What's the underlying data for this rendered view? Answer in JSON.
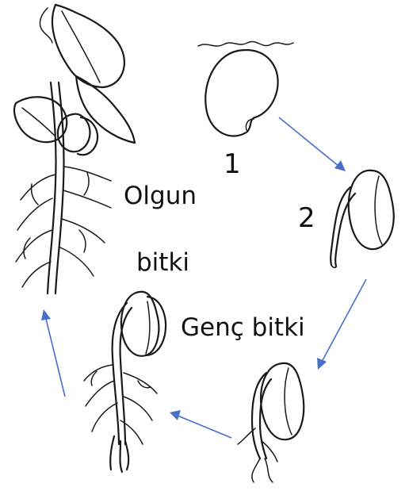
{
  "labels": {
    "stage1": "1",
    "stage2": "2",
    "mature_line1": "Olgun",
    "mature_line2": "bitki",
    "young": "Genç bitki"
  },
  "colors": {
    "arrow": "#4a6fc7",
    "ink": "#1a1a1a"
  }
}
